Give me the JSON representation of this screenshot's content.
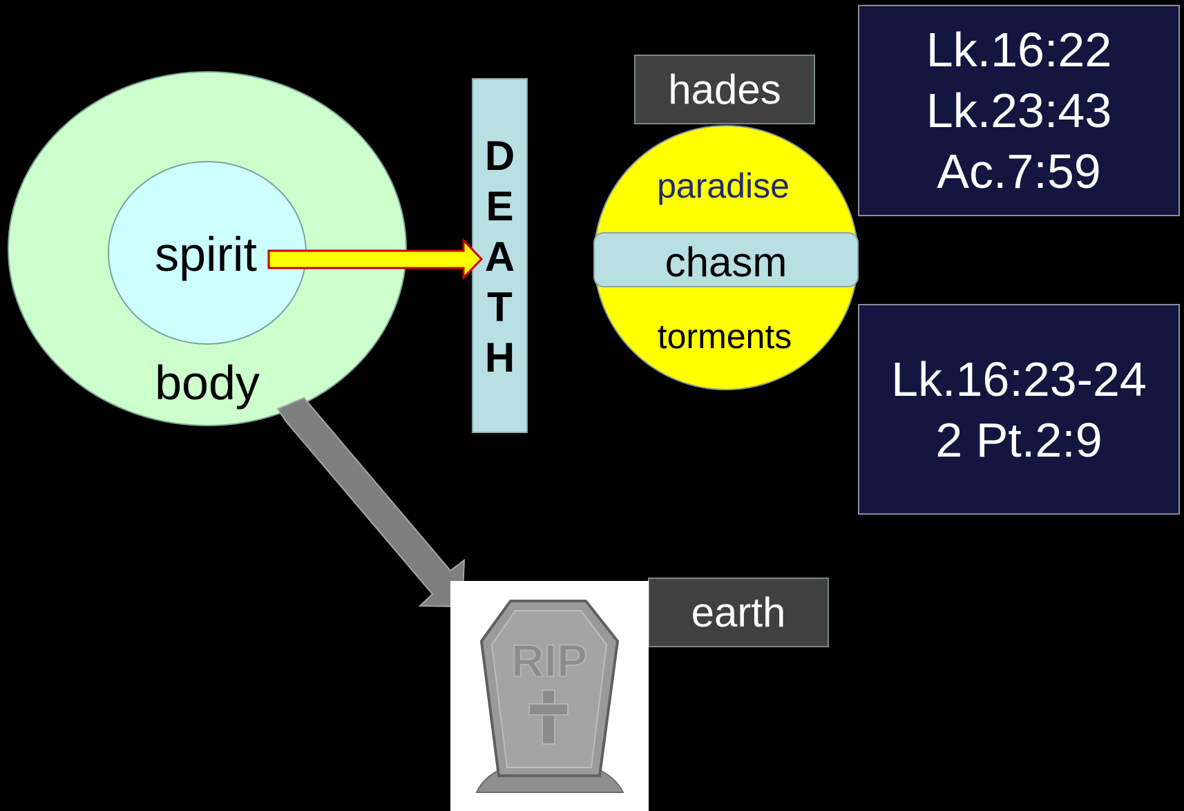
{
  "colors": {
    "background": "#000000",
    "outer_circle": "#ccffcc",
    "inner_circle": "#ccffff",
    "hades_circle": "#ffff00",
    "chasm_band": "#b8dfe2",
    "death_bar": "#b8dfe2",
    "ref_box": "#13163f",
    "label_box": "#404040",
    "spirit_arrow_fill": "#ffff00",
    "spirit_arrow_stroke": "#cc0000",
    "body_arrow": "#7f7f7f",
    "paradise_text": "#1f2a6e"
  },
  "person": {
    "spirit_label": "spirit",
    "body_label": "body"
  },
  "death": {
    "letters": [
      "D",
      "E",
      "A",
      "T",
      "H"
    ]
  },
  "hades": {
    "title": "hades",
    "paradise_label": "paradise",
    "chasm_label": "chasm",
    "torments_label": "torments"
  },
  "references": {
    "paradise_refs": [
      "Lk.16:22",
      "Lk.23:43",
      "Ac.7:59"
    ],
    "torments_refs": [
      "Lk.16:23-24",
      "2 Pt.2:9"
    ]
  },
  "earth": {
    "label": "earth",
    "tombstone_icon": "tombstone-rip-icon",
    "tombstone_text": "RIP"
  }
}
